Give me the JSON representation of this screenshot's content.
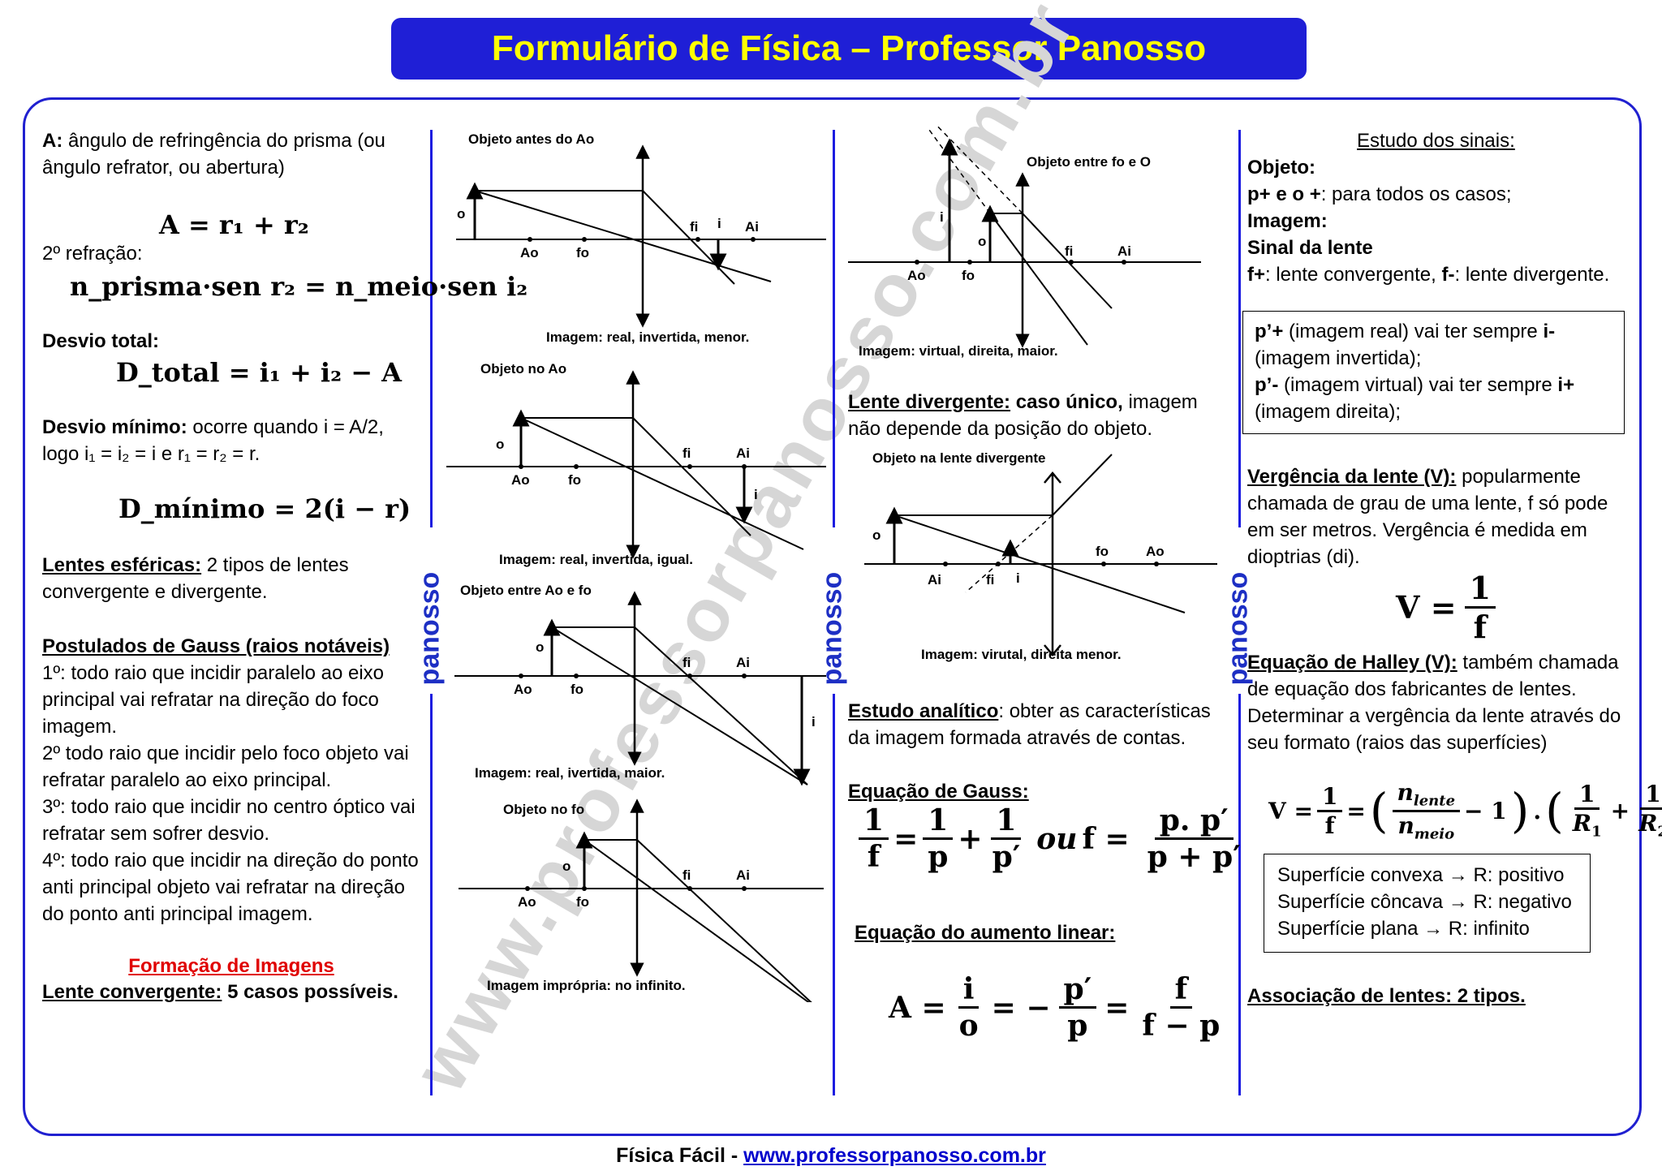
{
  "title": "Formulário de Física – Professor Panosso",
  "brand": "panosso",
  "watermark": "www.professorpanosso.com.br",
  "col1": {
    "prism_def_label": "A:",
    "prism_def_text": "ângulo de refringência do prisma (ou ângulo refrator, ou abertura)",
    "eq_A": "A = r₁ + r₂",
    "second_refraction_label": "2º refração:",
    "eq_snell": "n_prisma·sen r₂ = n_meio·sen i₂",
    "desvio_total_label": "Desvio total:",
    "eq_desvio_total": "D_total = i₁ + i₂ − A",
    "desvio_minimo_label": "Desvio mínimo:",
    "desvio_minimo_text_a": "ocorre quando i = A/2,",
    "desvio_minimo_text_b": "logo i₁ = i₂ = i e r₁ = r₂ = r.",
    "eq_desvio_minimo": "D_mínimo = 2(i − r)",
    "lentes_label": "Lentes esféricas:",
    "lentes_text": "2 tipos de lentes convergente e divergente.",
    "gauss_post_label": "Postulados de Gauss (raios notáveis)",
    "post1": "1º: todo raio que incidir paralelo ao eixo principal vai refratar na direção do foco imagem.",
    "post2": "2º todo raio que incidir pelo foco objeto vai refratar paralelo ao eixo principal.",
    "post3": "3º: todo raio que incidir no centro óptico vai refratar sem sofrer desvio.",
    "post4": "4º: todo raio que incidir na direção do ponto anti principal objeto vai refratar na direção do ponto anti principal imagem.",
    "formacao_label": "Formação de Imagens",
    "convergente_label": "Lente convergente:",
    "convergente_text": "5 casos possíveis."
  },
  "col2": {
    "diagrams": [
      {
        "title": "Objeto antes do Ao",
        "caption": "Imagem: real, invertida, menor."
      },
      {
        "title": "Objeto no Ao",
        "caption": "Imagem: real, invertida, igual."
      },
      {
        "title": "Objeto entre Ao e fo",
        "caption": "Imagem: real, ivertida, maior."
      },
      {
        "title": "Objeto no fo",
        "caption": "Imagem imprópria: no infinito."
      }
    ],
    "labels": {
      "o": "o",
      "i": "i",
      "ao": "Ao",
      "fo": "fo",
      "fi": "fi",
      "ai": "Ai"
    }
  },
  "col3": {
    "diagram_top_title": "Objeto entre fo e O",
    "diagram_top_caption": "Imagem: virtual, direita, maior.",
    "divergente_label": "Lente divergente:",
    "divergente_bold": "caso único,",
    "divergente_text": "imagem não depende da posição do objeto.",
    "diagram_div_title": "Objeto na lente divergente",
    "diagram_div_caption": "Imagem: virutal, direita menor.",
    "analitico_label": "Estudo analítico",
    "analitico_text": ": obter as características da imagem formada através de contas.",
    "gauss_eq_label": "Equação de Gauss:",
    "gauss_ou": "ou",
    "aumento_label": "Equação do aumento linear:"
  },
  "col4": {
    "sinais_title": "Estudo dos sinais:",
    "objeto_label": "Objeto:",
    "objeto_text_bold": "p+ e o +",
    "objeto_text": ": para todos os casos;",
    "imagem_label": "Imagem:",
    "sinal_lente_label": "Sinal da lente",
    "fplus": "f+",
    "fplus_text": ": lente convergente,",
    "fminus": "f-",
    "fminus_text": ": lente divergente.",
    "box1_a_bold": "p’+",
    "box1_a_text": "(imagem real) vai ter sempre",
    "box1_a_end": "i-",
    "box1_b_text": "(imagem invertida);",
    "box1_c_bold": "p’-",
    "box1_c_text": "(imagem virtual) vai ter sempre",
    "box1_c_end": "i+",
    "box1_d_text": "(imagem direita);",
    "vergencia_label": "Vergência da lente (V):",
    "vergencia_text": "popularmente chamada de grau de uma lente, f só pode em ser metros. Vergência  é medida em dioptrias (di).",
    "halley_label": "Equação de Halley (V):",
    "halley_text": "também chamada de equação dos fabricantes de lentes. Determinar a vergência da lente através do seu formato (raios das superfícies)",
    "box2_line1": "Superfície convexa → R: positivo",
    "box2_line2": "Superfície côncava → R: negativo",
    "box2_line3": "Superfície plana → R: infinito",
    "associacao_label": "Associação de lentes: 2 tipos."
  },
  "footer": {
    "prefix": "Física Fácil - ",
    "link": "www.professorpanosso.com.br"
  }
}
